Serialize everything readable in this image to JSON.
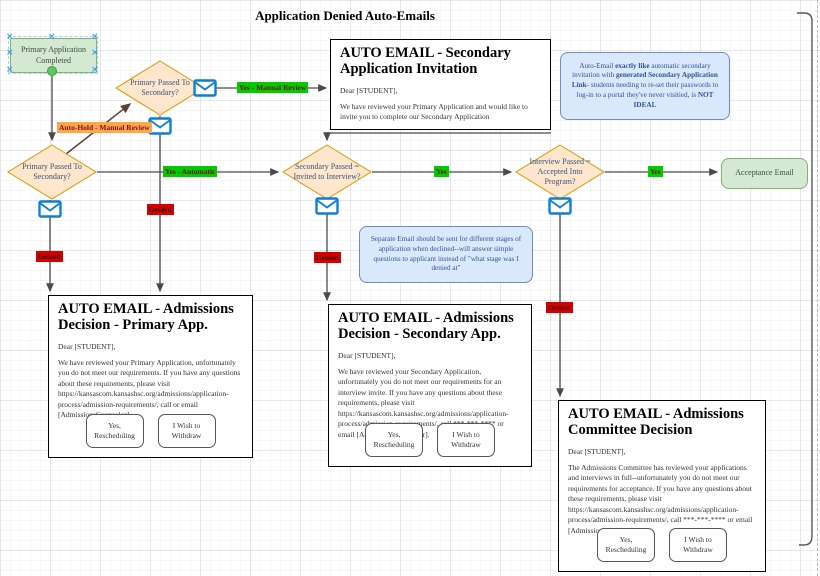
{
  "title": "Application Denied Auto-Emails",
  "nodes": {
    "primary_completed": {
      "label": "Primary Application Completed"
    },
    "diamond_primary_manual": {
      "label": "Primary Passed To Secondary?"
    },
    "diamond_primary_auto": {
      "label": "Primary Passed To Secondary?"
    },
    "diamond_secondary": {
      "label": "Secondary Passed = Invited to Interview?"
    },
    "diamond_interview": {
      "label": "Interview Passed = Accepted Into Program?"
    },
    "acceptance": {
      "label": "Acceptance Email"
    }
  },
  "edge_labels": {
    "yes_manual": "Yes - Manual Review",
    "auto_hold": "Auto-Hold - Manual Review",
    "yes_automatic": "Yes - Automatic",
    "yes": "Yes",
    "denied": "Denied"
  },
  "icons": {
    "envelope": "message-envelope-icon",
    "selection_handle": "x-handle-icon"
  },
  "emails": {
    "secondary_invite": {
      "title": "AUTO EMAIL - Secondary Application Invitation",
      "greeting": "Dear [STUDENT],",
      "body": "We have reviewed your Primary Application and would like to invite you to complete our Secondary Application"
    },
    "primary_decision": {
      "title": "AUTO EMAIL - Admissions Decision - Primary App.",
      "greeting": "Dear [STUDENT],",
      "body": "We have reviewed your Primary Application, unfortunately you do not meet our requirements. If you have any questions about these requirements, please visit https://kansascom.kansashsc.org/admissions/application-process/admission-requirements/, call or email [AdmissionsCounselor].",
      "btn_yes": "Yes, Rescheduling",
      "btn_withdraw": "I Wish to Withdraw"
    },
    "secondary_decision": {
      "title": "AUTO EMAIL - Admissions Decision - Secondary App.",
      "greeting": "Dear [STUDENT],",
      "body": "We have reviewed your Secondary Application, unfortunately you do not meet our requirements for an interview invite. If you have any questions about these requirements, please visit https://kansascom.kansashsc.org/admissions/application-process/admission-requirements/, call ***-***-**** or email [AdmissionsCounselor].",
      "btn_yes": "Yes, Rescheduling",
      "btn_withdraw": "I Wish to Withdraw"
    },
    "committee_decision": {
      "title": "AUTO EMAIL - Admissions Committee Decision",
      "greeting": "Dear [STUDENT],",
      "body": "The Admissions Committee has reviewed your applications and interviews in full--unfortunately you do not meet our requirements for acceptance. If you have any questions about these requirements, please visit https://kansascom.kansashsc.org/admissions/application-process/admission-requirements/, call ***-***-**** or email [AdmissionsCounselor].",
      "btn_yes": "Yes, Rescheduling",
      "btn_withdraw": "I Wish to Withdraw"
    }
  },
  "notes": {
    "note1": {
      "t1": "Auto-Email ",
      "b1": "exactly like",
      "t2": " automatic secondary invitation with ",
      "b2": "generated Secondary Application Link",
      "t3": "- students needing to re-set their passwords to log-in to a portal they've never visitied, is ",
      "b3": "NOT IDEAL"
    },
    "note2": {
      "text": "Separate Email should be sent for different stages of application when declined--will answer simple questions to applicant instead of \"what stage was I denied at\""
    }
  },
  "colors": {
    "diamond_fill": "#ffe6cc",
    "diamond_stroke": "#d79b00",
    "green_fill": "#d5e8d4",
    "green_stroke": "#82b366",
    "note_fill": "#dae8fc",
    "note_stroke": "#6c8ebf",
    "label_green_bg": "#00cc00",
    "label_orange_bg": "#ffa64d",
    "label_red_bg": "#d60000",
    "envelope_blue": "#0e7fd6",
    "edge_stroke": "#4a4a4a"
  }
}
